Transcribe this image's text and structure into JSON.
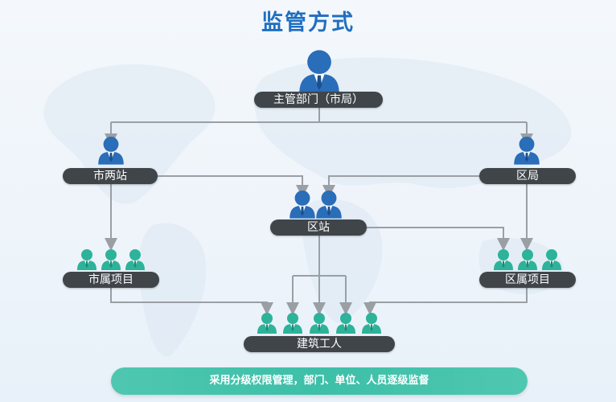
{
  "title": "监管方式",
  "nodes": {
    "authority": "主管部门（市局）",
    "city_station": "市两站",
    "district_bureau": "区局",
    "district_station": "区站",
    "city_projects": "市属项目",
    "district_projects": "区属项目",
    "workers": "建筑工人"
  },
  "banner": "采用分级权限管理，部门、单位、人员逐级监督",
  "colors": {
    "title": "#1f6fc0",
    "person_blue": "#2a6db8",
    "person_teal": "#2db39a",
    "connector": "#9a9fa4",
    "pill": "#3f4549",
    "banner": "#45c3ac"
  }
}
